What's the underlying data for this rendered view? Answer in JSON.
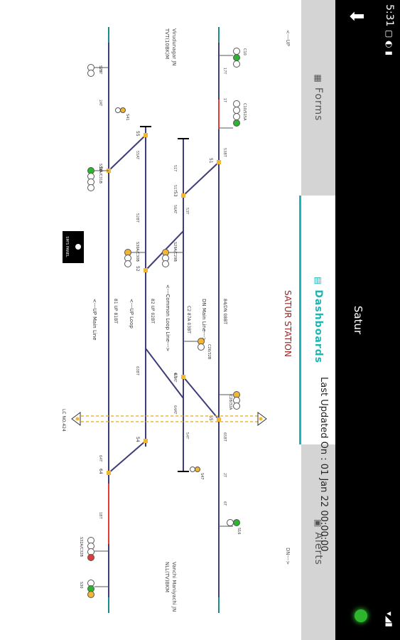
{
  "status_bar": {
    "time": "5:31"
  },
  "app": {
    "title": "Satur",
    "back_icon": "arrow-down-icon",
    "status_color": "#2db52d"
  },
  "tabs": [
    {
      "label": "Forms",
      "icon": "forms-icon"
    },
    {
      "label": "Dashboards",
      "icon": "dashboard-icon",
      "active": true
    },
    {
      "label": "Alerts",
      "icon": "alerts-icon"
    }
  ],
  "last_updated": "Last Updated On : 01 Jan 22 00:00:00",
  "diagram": {
    "station_name": "SATUR STATION",
    "left_neighbor": "Virudunagar JN\nTVT(10BK)M",
    "right_neighbor": "Vanchi Maniyachi JN\nNLL(TV)BKM",
    "up_arrow": "<---UP",
    "dn_arrow": "DN--->",
    "lines": {
      "dn_main": "DN Main Line--->",
      "dn_main_code": "84/DN 08BT",
      "common_loop": "<---Common Loop Line--->",
      "common_loop_code": "C2 87A 03BT",
      "up_loop": "<---UP Loop",
      "up_loop_code": "82 UP 02BT",
      "up_main": "<---UP Main Line",
      "up_main_code": "81 UP 81BT"
    },
    "lc_gate": "LC NO.424",
    "smt_panel": "SM'S PANEL",
    "points": [
      "51",
      "52",
      "53",
      "54",
      "55",
      "56",
      "63",
      "64",
      "65"
    ],
    "signals": [
      {
        "label": "C10",
        "aspect": "#2db52d"
      },
      {
        "label": "C10/S15A",
        "aspect": "#2db52d"
      },
      {
        "label": "S16",
        "aspect": "#2db52d"
      },
      {
        "label": "C28/32A",
        "aspect": "#f2b632"
      },
      {
        "label": "C26/32B",
        "aspect": "#f2b632"
      },
      {
        "label": "S29A/C29B",
        "aspect": "#f2b632"
      },
      {
        "label": "S30A/C30B",
        "aspect": "#f2b632"
      },
      {
        "label": "S31A/C31B",
        "aspect": "#2db52d"
      },
      {
        "label": "S2B",
        "aspect": "#ffffff"
      },
      {
        "label": "S32A/C32B",
        "aspect": "#e53935"
      },
      {
        "label": "S30",
        "aspect": "#f2b632"
      },
      {
        "label": "S41",
        "aspect": "#f2b632"
      },
      {
        "label": "S47",
        "aspect": "#f2b632"
      }
    ],
    "track_circuits": [
      "17T",
      "1T",
      "53BT",
      "51T",
      "55AT",
      "56AT",
      "65BT",
      "2T",
      "6T",
      "53T",
      "54T",
      "52BT",
      "63BT",
      "64T",
      "1BT",
      "2ST",
      "2AT",
      "51T",
      "63AT",
      "64AT"
    ]
  }
}
